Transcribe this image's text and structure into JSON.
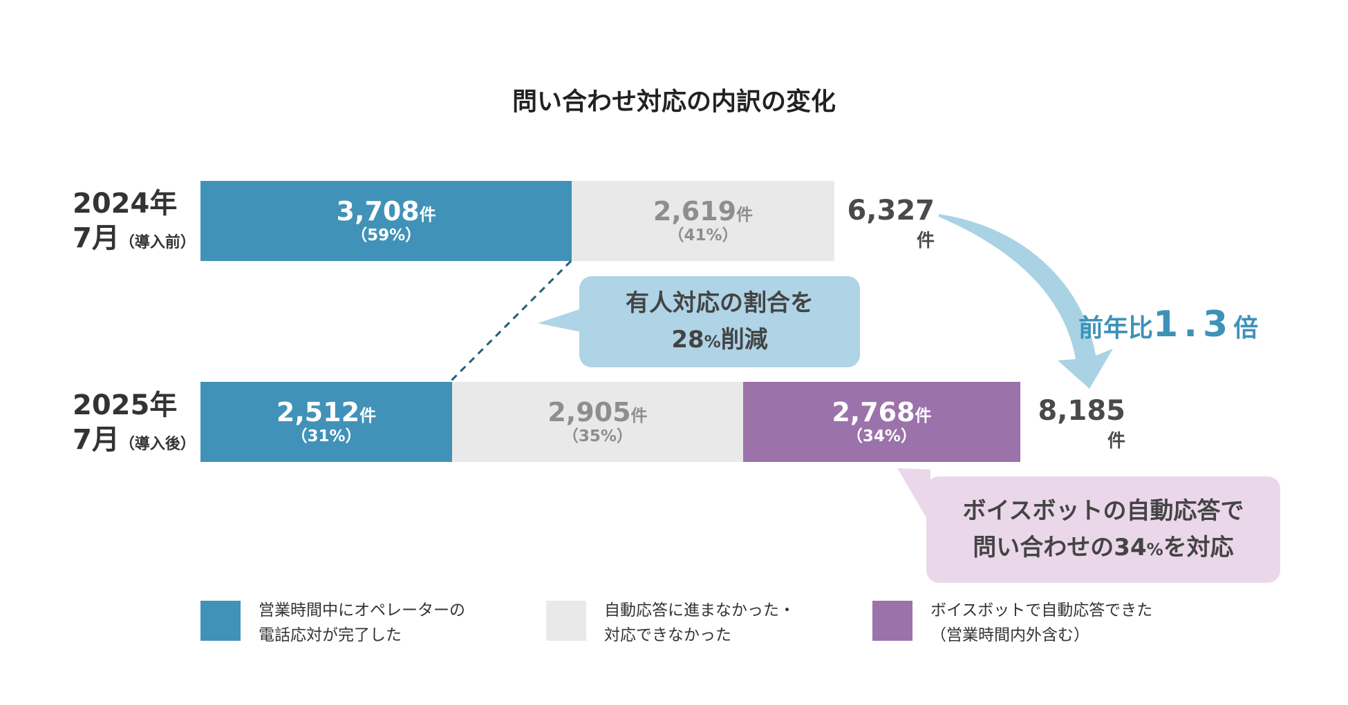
{
  "colors": {
    "blue": "#4192b8",
    "gray": "#e9e9e9",
    "purple": "#9c72aa",
    "arrow": "#a9d2e5",
    "callout_blue": "#aed4e6",
    "callout_purple": "#ead8ea",
    "ratio_text": "#3d92b8"
  },
  "title": "問い合わせ対応の内訳の変化",
  "rows": [
    {
      "year": "2024年",
      "month": "7月",
      "sub": "（導入前）",
      "total": "6,327",
      "total_unit": "件"
    },
    {
      "year": "2025年",
      "month": "7月",
      "sub": "（導入後）",
      "total": "8,185",
      "total_unit": "件"
    }
  ],
  "callouts": {
    "reduction_line1": "有人対応の割合を",
    "reduction_line2_num": "28",
    "reduction_line2_pct": "%",
    "reduction_line2_rest": "削減",
    "voicebot_line1": "ボイスボットの自動応答で",
    "voicebot_line2_pre": "問い合わせの34",
    "voicebot_line2_pct": "%",
    "voicebot_line2_rest": "を対応"
  },
  "ratio": {
    "label": "前年比",
    "value": "1.3",
    "unit": "倍"
  },
  "legend": [
    {
      "line1": "営業時間中にオペレーターの",
      "line2": "電話応対が完了した",
      "color_key": "blue"
    },
    {
      "line1": "自動応答に進まなかった・",
      "line2": "対応できなかった",
      "color_key": "gray"
    },
    {
      "line1": "ボイスボットで自動応答できた",
      "line2": "（営業時間内外含む）",
      "color_key": "purple"
    }
  ],
  "chart_data": {
    "type": "bar",
    "orientation": "horizontal-stacked",
    "title": "問い合わせ対応の内訳の変化",
    "categories": [
      "2024年7月（導入前）",
      "2025年7月（導入後）"
    ],
    "series": [
      {
        "name": "営業時間中にオペレーターの電話応対が完了した",
        "values": [
          3708,
          2512
        ],
        "labels": [
          "3,708",
          "2,512"
        ],
        "unit": "件",
        "percents": [
          "（59%）",
          "（31%）"
        ],
        "color": "#4192b8"
      },
      {
        "name": "自動応答に進まなかった・対応できなかった",
        "values": [
          2619,
          2905
        ],
        "labels": [
          "2,619",
          "2,905"
        ],
        "unit": "件",
        "percents": [
          "（41%）",
          "（35%）"
        ],
        "color": "#e9e9e9"
      },
      {
        "name": "ボイスボットで自動応答できた（営業時間内外含む）",
        "values": [
          0,
          2768
        ],
        "labels": [
          "",
          "2,768"
        ],
        "unit": "件",
        "percents": [
          "",
          "（34%）"
        ],
        "color": "#9c72aa"
      }
    ],
    "totals": [
      6327,
      8185
    ],
    "xlim": [
      0,
      8185
    ],
    "grid": false,
    "legend_position": "bottom"
  }
}
